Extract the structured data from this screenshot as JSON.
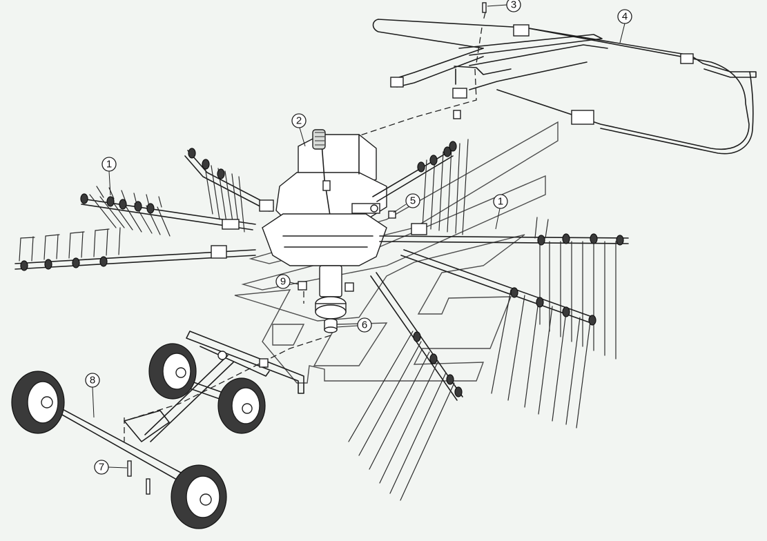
{
  "callouts": [
    {
      "id": "1a",
      "label": "1"
    },
    {
      "id": "2",
      "label": "2"
    },
    {
      "id": "3",
      "label": "3"
    },
    {
      "id": "4",
      "label": "4"
    },
    {
      "id": "5",
      "label": "5"
    },
    {
      "id": "1b",
      "label": "1"
    },
    {
      "id": "9",
      "label": "9"
    },
    {
      "id": "6",
      "label": "6"
    },
    {
      "id": "8",
      "label": "8"
    },
    {
      "id": "7",
      "label": "7"
    }
  ]
}
